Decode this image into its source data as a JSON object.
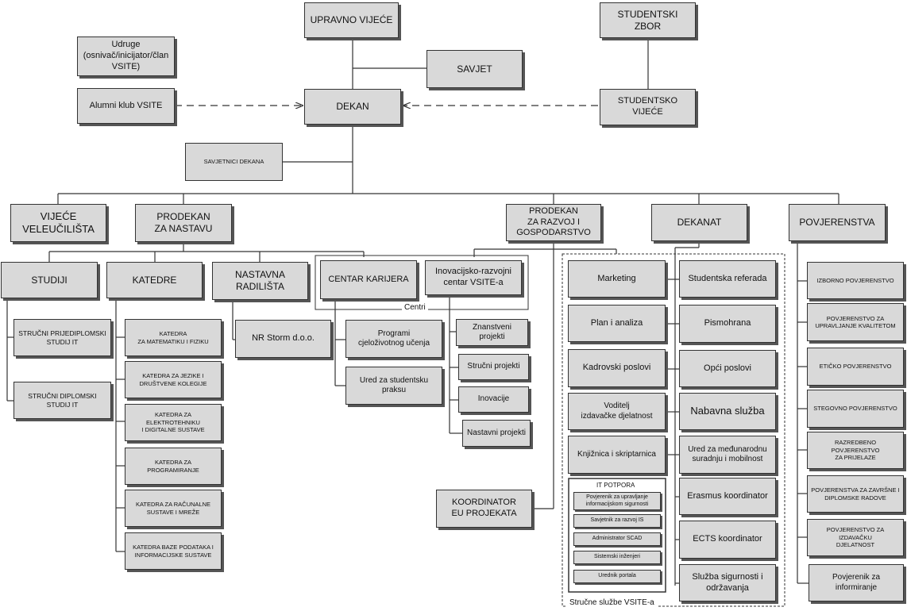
{
  "nodes": {
    "upravno_vijece": "UPRAVNO VIJEĆE",
    "studentski_zbor": "STUDENTSKI ZBOR",
    "udruge": "Udruge\n(osnivač/inicijator/član\nVSITE)",
    "savjet": "SAVJET",
    "alumni": "Alumni klub VSITE",
    "dekan": "DEKAN",
    "studentsko_vijece": "STUDENTSKO VIJEĆE",
    "savjetnici": "SAVJETNICI DEKANA",
    "vijece_veleucilista": "VIJEĆE\nVELEUČILIŠTA",
    "prodekan_nastava": "PRODEKAN\nZA NASTAVU",
    "prodekan_razvoj": "PRODEKAN\nZA RAZVOJ I\nGOSPODARSTVO",
    "dekanat": "DEKANAT",
    "povjerenstva": "POVJERENSTVA",
    "studiji": "STUDIJI",
    "katedre": "KATEDRE",
    "nastavna_radilista": "NASTAVNA RADILIŠTA",
    "centar_karijera": "CENTAR KARIJERA",
    "inovacijski_centar": "Inovacijsko-razvojni\ncentar VSITE-a",
    "strucni_prijediplomski": "STRUČNI PRIJEDIPLOMSKI\nSTUDIJ IT",
    "strucni_diplomski": "STRUČNI DIPLOMSKI STUDIJ IT",
    "katedra_matematika": "KATEDRA\nZA MATEMATIKU I FIZIKU",
    "katedra_jezici": "KATEDRA ZA JEZIKE I\nDRUŠTVENE KOLEGIJE",
    "katedra_elektrotehnika": "KATEDRA ZA ELEKTROTEHNIKU\nI DIGITALNE SUSTAVE",
    "katedra_programiranje": "KATEDRA ZA PROGRAMIRANJE",
    "katedra_racunalni": "KATEDRA ZA RAČUNALNE\nSUSTAVE I MREŽE",
    "katedra_baze": "KATEDRA BAZE PODATAKA I\nINFORMACIJSKE SUSTAVE",
    "nr_storm": "NR Storm d.o.o.",
    "programi": "Programi\ncjeloživotnog učenja",
    "ured_praksa": "Ured za studentsku\npraksu",
    "znanstveni": "Znanstveni\nprojekti",
    "strucni_projekti": "Stručni projekti",
    "inovacije": "Inovacije",
    "nastavni_projekti": "Nastavni projekti",
    "koordinator_eu": "KOORDINATOR\nEU PROJEKATA",
    "marketing": "Marketing",
    "plan": "Plan i analiza",
    "kadrovski": "Kadrovski poslovi",
    "voditelj": "Voditelj\nizdavačke djelatnost",
    "knjiznica": "Knjižnica i skriptarnica",
    "referada": "Studentska referada",
    "pismohrana": "Pismohrana",
    "opci": "Opći poslovi",
    "nabavna": "Nabavna služba",
    "ured_medjunarodnu": "Ured za međunarodnu\nsuradnju i mobilnost",
    "erasmus": "Erasmus koordinator",
    "ects": "ECTS koordinator",
    "sluzba_sigurnosti": "Služba sigurnosti i\nodržavanja",
    "izborno": "IZBORNO POVJERENSTVO",
    "kvaliteta": "POVJERENSTVO ZA\nUPRAVLJANJE KVALITETOM",
    "eticko": "ETIČKO POVJERENSTVO",
    "stegovno": "STEGOVNO POVJERENSTVO",
    "razredbeno": "RAZREDBENO POVJERENSTVO\nZA PRIJELAZE",
    "zavrsni": "POVJERENSTVA ZA ZAVRŠNE I\nDIPLOMSKE RADOVE",
    "izdavacku": "POVJERENSTVO ZA IZDAVAČKU\nDJELATNOST",
    "informiranje": "Povjerenik za\ninformiranje"
  },
  "it_potpora": {
    "title": "IT POTPORA",
    "items": [
      "Povjerenik za upravljanje\ninformacijskom sigurnosti",
      "Savjetnik za razvoj IS",
      "Administrator SCAD",
      "Sistemski inženjeri",
      "Urednik portala"
    ]
  },
  "groups": {
    "centri": "Centri",
    "strucne_sluzbe": "Stručne službe VSITE-a"
  }
}
